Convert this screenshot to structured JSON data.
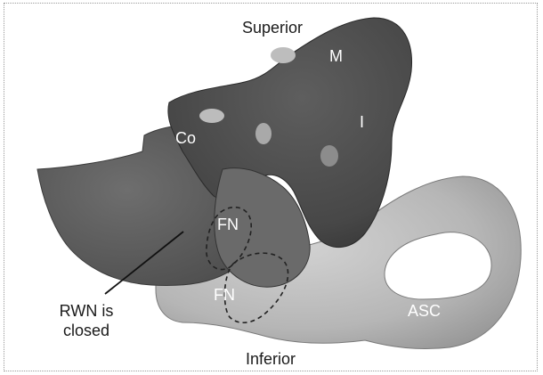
{
  "labels": {
    "superior": "Superior",
    "inferior": "Inferior",
    "m": "M",
    "i": "I",
    "co": "Co",
    "fn_upper": "FN",
    "fn_lower": "FN",
    "asc": "ASC",
    "rwn_line1": "RWN is",
    "rwn_line2": "closed"
  },
  "colors": {
    "dark_structure": "#4a4a4a",
    "mid_structure": "#5f5f5f",
    "light_structure": "#b9b9b9",
    "outline_dash": "#222222"
  }
}
